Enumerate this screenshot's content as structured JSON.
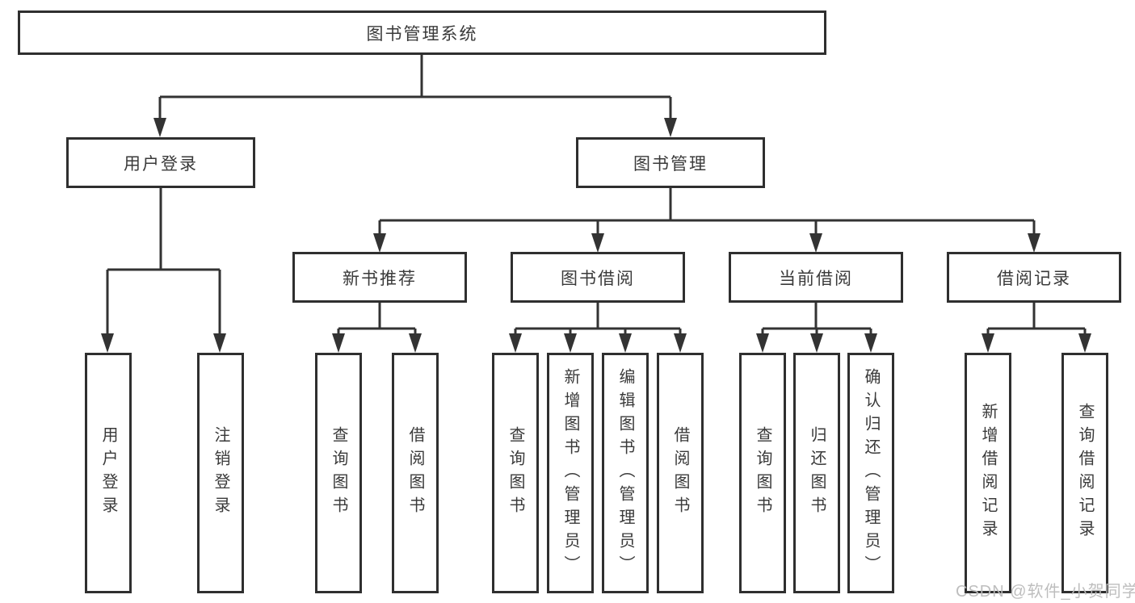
{
  "diagram": {
    "root": {
      "label": "图书管理系统"
    },
    "level2": [
      {
        "label": "用户登录"
      },
      {
        "label": "图书管理"
      }
    ],
    "level3": [
      {
        "label": "新书推荐",
        "parent": "图书管理"
      },
      {
        "label": "图书借阅",
        "parent": "图书管理"
      },
      {
        "label": "当前借阅",
        "parent": "图书管理"
      },
      {
        "label": "借阅记录",
        "parent": "图书管理"
      }
    ],
    "leaves": [
      {
        "label": "用户登录",
        "parent": "用户登录"
      },
      {
        "label": "注销登录",
        "parent": "用户登录"
      },
      {
        "label": "查询图书",
        "parent": "新书推荐"
      },
      {
        "label": "借阅图书",
        "parent": "新书推荐"
      },
      {
        "label": "查询图书",
        "parent": "图书借阅"
      },
      {
        "label": "新增图书（管理员）",
        "parent": "图书借阅"
      },
      {
        "label": "编辑图书（管理员）",
        "parent": "图书借阅"
      },
      {
        "label": "借阅图书",
        "parent": "图书借阅"
      },
      {
        "label": "查询图书",
        "parent": "当前借阅"
      },
      {
        "label": "归还图书",
        "parent": "当前借阅"
      },
      {
        "label": "确认归还（管理员）",
        "parent": "当前借阅"
      },
      {
        "label": "新增借阅记录",
        "parent": "借阅记录"
      },
      {
        "label": "查询借阅记录",
        "parent": "借阅记录"
      }
    ],
    "watermark": "CSDN @软件_小贺同学",
    "colors": {
      "line": "#333333",
      "text": "#3a3a3a",
      "watermark": "#bbbbbb",
      "background": "#ffffff"
    }
  }
}
